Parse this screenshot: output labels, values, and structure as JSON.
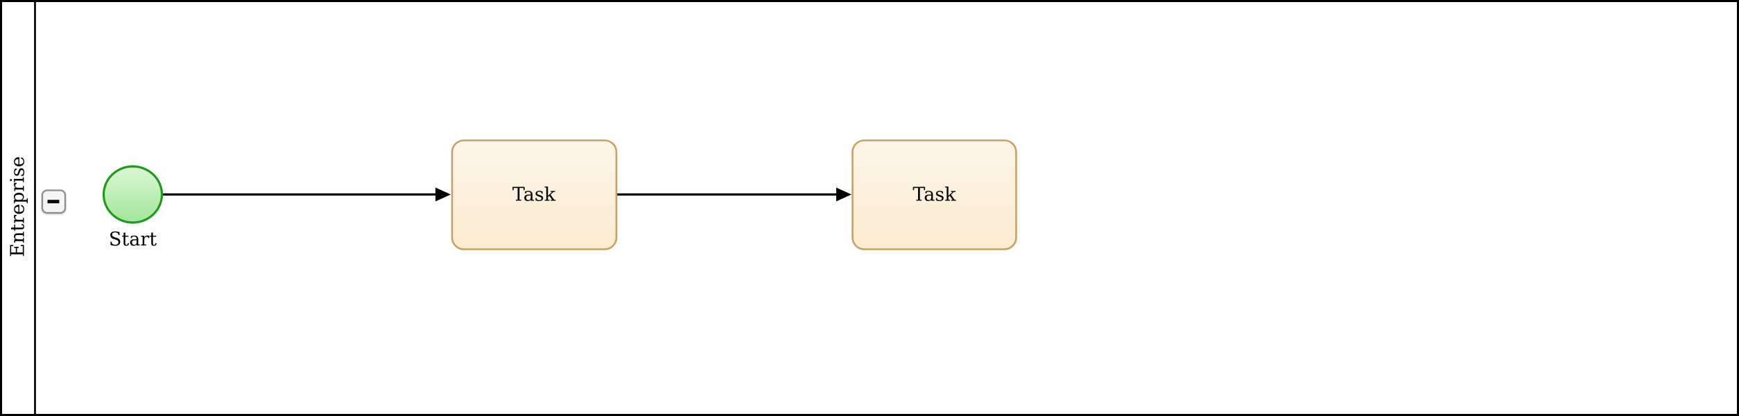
{
  "pool": {
    "label": "Entreprise",
    "collapse_icon": "minus",
    "collapsed": false
  },
  "diagram": {
    "type": "bpmn-sequence-flow",
    "nodes": [
      {
        "id": "start",
        "type": "start-event",
        "shape": "circle",
        "label": "Start"
      },
      {
        "id": "task1",
        "type": "task",
        "shape": "rounded-rect",
        "label": "Task"
      },
      {
        "id": "task2",
        "type": "task",
        "shape": "rounded-rect",
        "label": "Task"
      }
    ],
    "edges": [
      {
        "from": "start",
        "to": "task1",
        "type": "sequence-flow"
      },
      {
        "from": "task1",
        "to": "task2",
        "type": "sequence-flow"
      }
    ]
  },
  "colors": {
    "canvas_bg": "#FFFFFF",
    "pool_stroke": "#000000",
    "start_event_stroke": "#1E9B1E",
    "start_event_fill_top": "#DBF8D4",
    "start_event_fill_bottom": "#A2E699",
    "task_stroke": "#C8A165",
    "task_fill_top": "#FDF6E9",
    "task_fill_bottom": "#FBEBD0",
    "flow_stroke": "#000000",
    "collapse_button_fill": "#F5F5F3",
    "collapse_button_stroke": "#8E8E8E",
    "collapse_icon_color": "#0A0A0A"
  }
}
